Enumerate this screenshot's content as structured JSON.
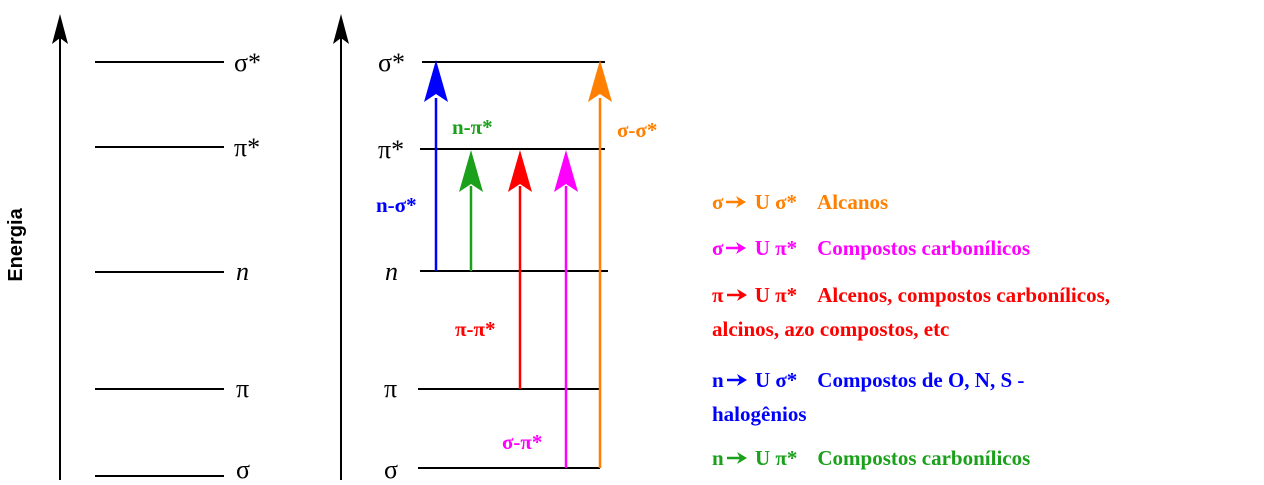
{
  "axis_label": "Energia",
  "levels": {
    "sigma_star": "σ*",
    "pi_star": "π*",
    "n": "n",
    "pi": "π",
    "sigma": "σ"
  },
  "transitions": {
    "n_sigma_star": {
      "label": "n-σ*",
      "color": "#0000ff"
    },
    "n_pi_star": {
      "label": "n-π*",
      "color": "#1aa01a"
    },
    "pi_pi_star": {
      "label": "π-π*",
      "color": "#ff0000"
    },
    "sigma_pi_star": {
      "label": "σ-π*",
      "color": "#ff00ff"
    },
    "sigma_sigma_star": {
      "label": "σ-σ*",
      "color": "#ff8000"
    }
  },
  "legend": [
    {
      "from": "σ",
      "to": "U σ*",
      "desc": "Alcanos",
      "desc2": "",
      "color": "#ff8000"
    },
    {
      "from": "σ",
      "to": "U π*",
      "desc": "Compostos carbonílicos",
      "desc2": "",
      "color": "#ff00ff"
    },
    {
      "from": "π",
      "to": "U π*",
      "desc": "Alcenos, compostos carbonílicos,",
      "desc2": "alcinos, azo compostos, etc",
      "color": "#ff0000"
    },
    {
      "from": "n",
      "to": "U σ*",
      "desc": "Compostos de O, N, S -",
      "desc2": "halogênios",
      "color": "#0000ff"
    },
    {
      "from": "n",
      "to": "U π*",
      "desc": "Compostos carbonílicos",
      "desc2": "",
      "color": "#1aa01a"
    }
  ]
}
